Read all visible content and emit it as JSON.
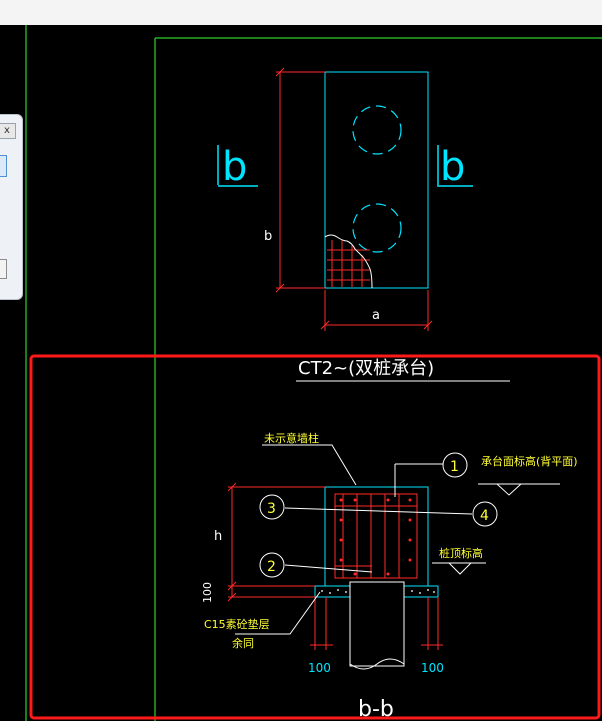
{
  "top_view": {
    "section_mark_left": "b",
    "section_mark_right": "b",
    "dim_height_label": "b",
    "dim_width_label": "a",
    "title": "CT2~(双桩承台)"
  },
  "section_view": {
    "label_column_not_shown": "未示意墙柱",
    "label_cap_top_elevation": "承台面标高(背平面)",
    "label_pile_top_elevation": "桩顶标高",
    "label_cushion": "C15素砼垫层",
    "label_cushion_2": "余同",
    "dim_h": "h",
    "dim_100_vertical": "100",
    "dim_100_left": "100",
    "dim_100_right": "100",
    "marker_1": "1",
    "marker_2": "2",
    "marker_3": "3",
    "marker_4": "4",
    "title": "b-b"
  },
  "left_panel": {
    "close_glyph": "x"
  },
  "colors": {
    "cyan": "#00e5ff",
    "red": "#ff2a2a",
    "yellow": "#ffff33",
    "green": "#33ff33",
    "white": "#ffffff",
    "highlight_box": "#ff1a1a"
  }
}
